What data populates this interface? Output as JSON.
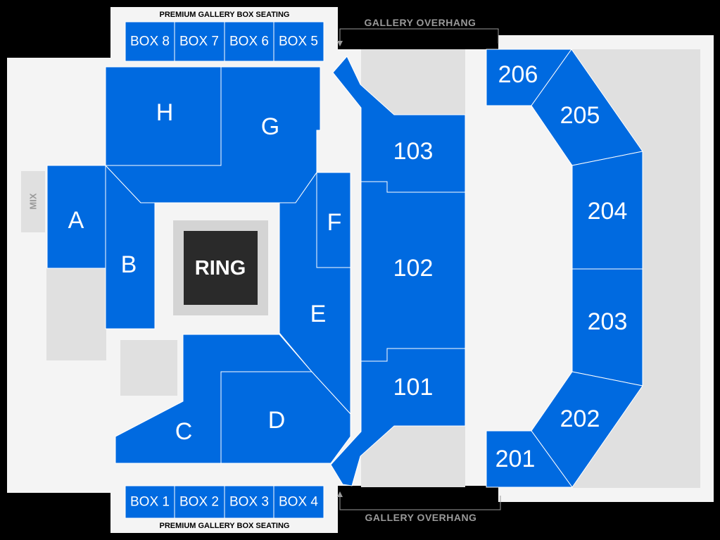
{
  "premium_caption_top": "PREMIUM GALLERY BOX SEATING",
  "premium_caption_bottom": "PREMIUM GALLERY BOX SEATING",
  "gallery_overhang_top": "GALLERY OVERHANG",
  "gallery_overhang_bottom": "GALLERY OVERHANG",
  "mix_label": "MIX",
  "ring_label": "RING",
  "boxes_top": [
    "BOX 8",
    "BOX 7",
    "BOX 6",
    "BOX 5"
  ],
  "boxes_bottom": [
    "BOX 1",
    "BOX 2",
    "BOX 3",
    "BOX 4"
  ],
  "floor_sections": {
    "A": "A",
    "B": "B",
    "C": "C",
    "D": "D",
    "E": "E",
    "F": "F",
    "G": "G",
    "H": "H"
  },
  "lower_sections": {
    "s101": "101",
    "s102": "102",
    "s103": "103"
  },
  "upper_sections": {
    "s201": "201",
    "s202": "202",
    "s203": "203",
    "s204": "204",
    "s205": "205",
    "s206": "206"
  },
  "colors": {
    "section": "#006ae0",
    "background": "#000000",
    "floor": "#f4f4f4",
    "block": "#e0e0e0",
    "ring": "#2a2a2a"
  }
}
